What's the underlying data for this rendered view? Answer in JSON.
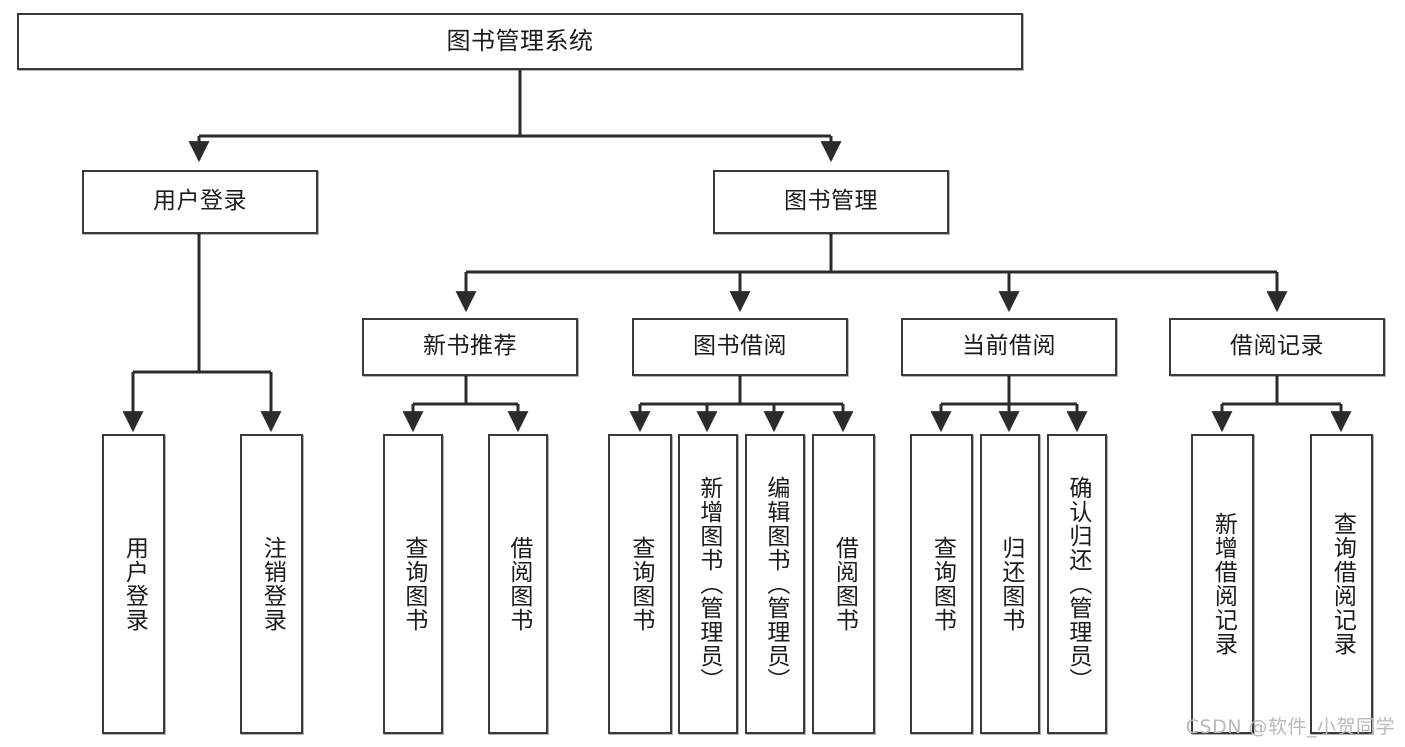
{
  "diagram": {
    "title": "图书管理系统",
    "type": "tree-hierarchy",
    "orientation": "top-down",
    "colors": {
      "box_border": "#3a3a3a",
      "box_fill": "#ffffff",
      "connector": "#2b2b2b",
      "text": "#1b1b1b",
      "watermark": "#b9b9b9"
    }
  },
  "root": {
    "label": "图书管理系统"
  },
  "level2": [
    {
      "id": "user-login",
      "label": "用户登录"
    },
    {
      "id": "book-manage",
      "label": "图书管理"
    }
  ],
  "level3": [
    {
      "id": "new-book-recommend",
      "label": "新书推荐"
    },
    {
      "id": "book-borrow",
      "label": "图书借阅"
    },
    {
      "id": "current-borrow",
      "label": "当前借阅"
    },
    {
      "id": "borrow-record",
      "label": "借阅记录"
    }
  ],
  "leaves": {
    "user_login": [
      {
        "id": "leaf-user-login",
        "label": "用户登录"
      },
      {
        "id": "leaf-logout-login",
        "label": "注销登录"
      }
    ],
    "new_book_recommend": [
      {
        "id": "leaf-query-book-1",
        "label": "查询图书"
      },
      {
        "id": "leaf-borrow-book-1",
        "label": "借阅图书"
      }
    ],
    "book_borrow": [
      {
        "id": "leaf-query-book-2",
        "label": "查询图书"
      },
      {
        "id": "leaf-add-book",
        "label": "新增图书（管理员）"
      },
      {
        "id": "leaf-edit-book",
        "label": "编辑图书（管理员）"
      },
      {
        "id": "leaf-borrow-book-2",
        "label": "借阅图书"
      }
    ],
    "current_borrow": [
      {
        "id": "leaf-query-book-3",
        "label": "查询图书"
      },
      {
        "id": "leaf-return-book",
        "label": "归还图书"
      },
      {
        "id": "leaf-confirm-return",
        "label": "确认归还（管理员）"
      }
    ],
    "borrow_record": [
      {
        "id": "leaf-add-record",
        "label": "新增借阅记录"
      },
      {
        "id": "leaf-query-record",
        "label": "查询借阅记录"
      }
    ]
  },
  "watermark": {
    "text": "CSDN @软件_小贺同学"
  }
}
